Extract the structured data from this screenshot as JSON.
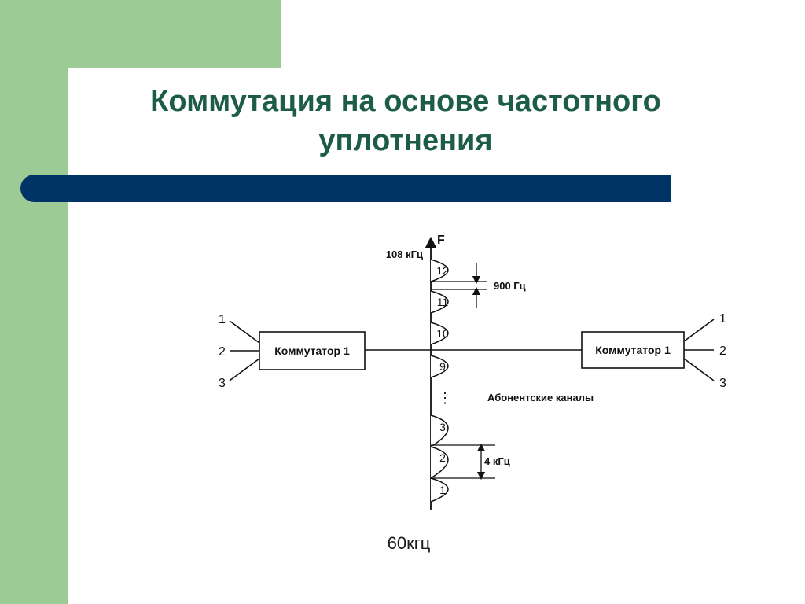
{
  "slide": {
    "title_line1": "Коммутация на основе частотного",
    "title_line2": "уплотнения",
    "bottom_label": "60кгц"
  },
  "diagram": {
    "axis_label": "F",
    "top_freq_label": "108 кГц",
    "spacing_label": "900 Гц",
    "channel_width_label": "4 кГц",
    "channels_caption": "Абонентские каналы",
    "left_switch_label": "Коммутатор 1",
    "right_switch_label": "Коммутатор 1",
    "left_lines": [
      "1",
      "2",
      "3"
    ],
    "right_lines": [
      "1",
      "2",
      "3"
    ],
    "channels": [
      "12",
      "11",
      "10",
      "9",
      "3",
      "2",
      "1"
    ],
    "ellipsis": "⋮"
  },
  "colors": {
    "green": "#9dcb96",
    "navy_bar": "#003366",
    "title": "#1e5c4a"
  }
}
